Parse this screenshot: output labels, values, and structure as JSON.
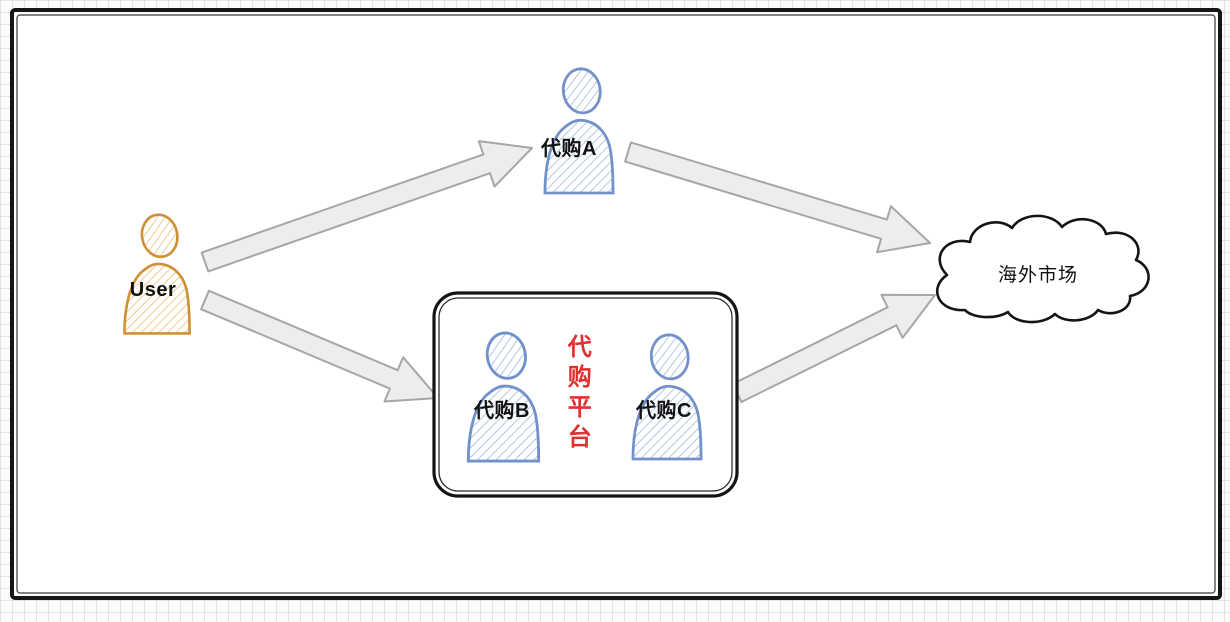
{
  "diagram": {
    "nodes": {
      "user": {
        "label": "User",
        "type": "person",
        "color": "#cf9136"
      },
      "agent_a": {
        "label": "代购A",
        "type": "person",
        "color": "#7291cb"
      },
      "agent_b": {
        "label": "代购B",
        "type": "person",
        "color": "#7291cb"
      },
      "agent_c": {
        "label": "代购C",
        "type": "person",
        "color": "#7291cb"
      },
      "platform": {
        "label": "代购平台",
        "type": "container-box",
        "text_color": "#e03131"
      },
      "market": {
        "label": "海外市场",
        "type": "cloud",
        "color": "#141414"
      }
    },
    "edges": [
      {
        "from": "user",
        "to": "agent_a"
      },
      {
        "from": "agent_a",
        "to": "market"
      },
      {
        "from": "user",
        "to": "platform"
      },
      {
        "from": "platform",
        "to": "market"
      }
    ],
    "colors": {
      "arrow_fill": "#ededed",
      "arrow_stroke": "#a6a6a6",
      "outline": "#161616",
      "background": "#ffffff"
    }
  }
}
